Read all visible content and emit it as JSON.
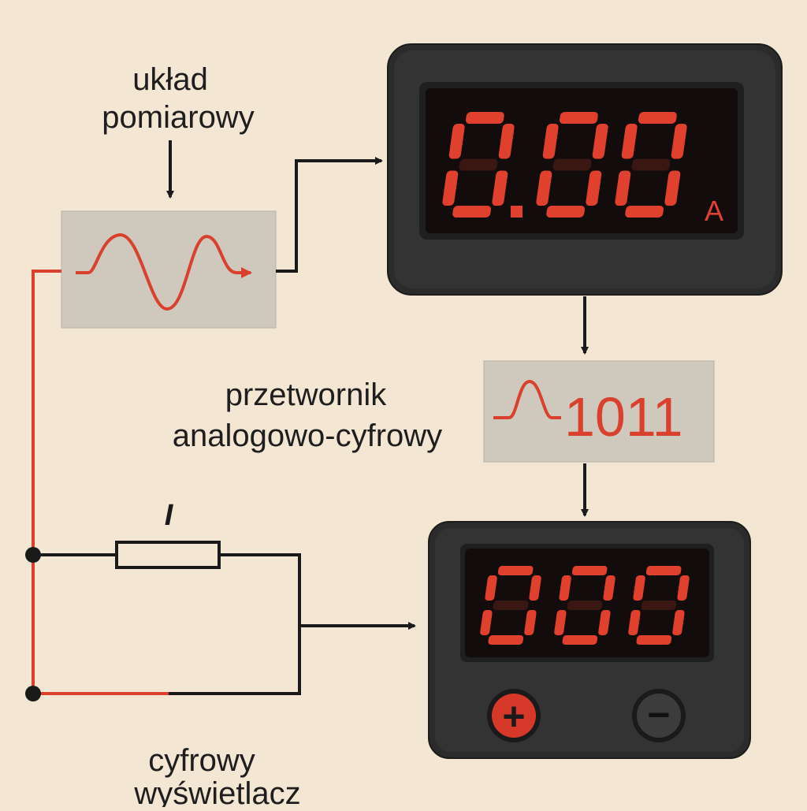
{
  "labels": {
    "measuring_circuit": [
      "układ",
      "pomiarowy"
    ],
    "adc": [
      "przetwornik",
      "analogowo-cyfrowy"
    ],
    "digital_display": [
      "cyfrowy",
      "wyświetlacz"
    ],
    "current_symbol": "I"
  },
  "adc_block": {
    "code": "1011"
  },
  "ammeter": {
    "reading": "0.00",
    "unit": "A"
  },
  "display": {
    "reading": "000"
  },
  "terminals": {
    "positive": "+",
    "negative": "−"
  },
  "colors": {
    "background": "#f3e6d3",
    "accent_red": "#d9402e",
    "block_gray": "#cfc9bd",
    "panel_dark": "#2b2b2b",
    "screen": "#120c0c",
    "wire": "#1a1a1a"
  }
}
